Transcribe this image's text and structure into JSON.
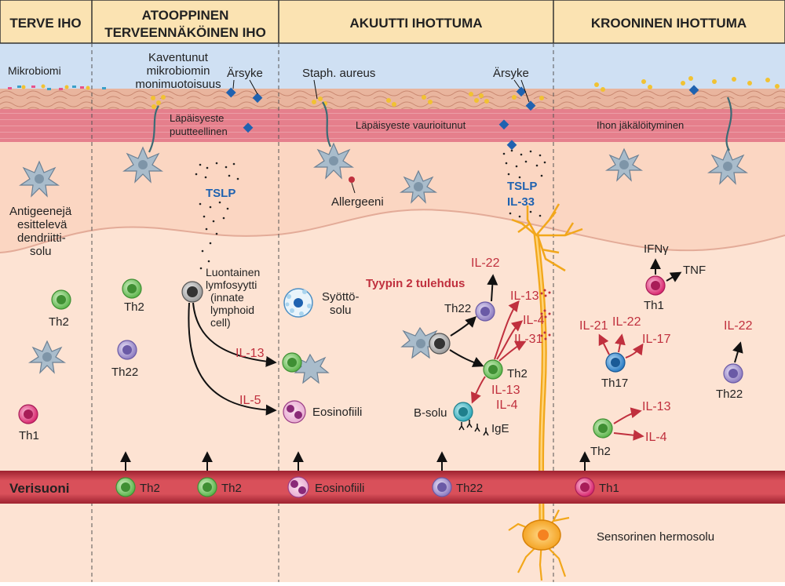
{
  "header": {
    "col1": "TERVE IHO",
    "col2_line1": "ATOOPPINEN",
    "col2_line2": "TERVEENNÄKÖINEN IHO",
    "col3": "AKUUTTI IHOTTUMA",
    "col4": "KROONINEN IHOTTUMA"
  },
  "labels": {
    "mikrobiomi": "Mikrobiomi",
    "kaventunut_1": "Kaventunut",
    "kaventunut_2": "mikrobiomin",
    "kaventunut_3": "monimuotoisuus",
    "arsyke_1": "Ärsyke",
    "arsyke_2": "Ärsyke",
    "staph": "Staph. aureus",
    "lapaisyeste_p1": "Läpäisyeste",
    "lapaisyeste_p2": "puutteellinen",
    "lapaisyeste_vaurio": "Läpäisyeste vaurioitunut",
    "jakaloityminen": "Ihon jäkälöityminen",
    "apc_1": "Antigeenejä",
    "apc_2": "esittelevä",
    "apc_3": "dendriitti-",
    "apc_4": "solu",
    "allergeeni": "Allergeeni",
    "tslp_1": "TSLP",
    "tslp_2": "TSLP",
    "il33": "IL-33",
    "ilc_1": "Luontainen",
    "ilc_2": "lymfosyytti",
    "ilc_3": "(innate",
    "ilc_4": "lymphoid",
    "ilc_5": "cell)",
    "syotto_1": "Syöttö-",
    "syotto_2": "solu",
    "eosinofiili": "Eosinofiili",
    "tyypin2": "Tyypin 2 tulehdus",
    "bsolu": "B-solu",
    "ige": "IgE",
    "verisuoni": "Verisuoni",
    "sensorinen": "Sensorinen hermosolu",
    "th2_a": "Th2",
    "th2_b": "Th2",
    "th22_b": "Th22",
    "th1_a": "Th1",
    "th22_c": "Th22",
    "th2_c": "Th2",
    "th1_d": "Th1",
    "th17": "Th17",
    "th2_d": "Th2",
    "th22_d": "Th22",
    "ifng": "IFNγ",
    "tnf": "TNF"
  },
  "cytokines": {
    "il13_ilc": "IL-13",
    "il5_ilc": "IL-5",
    "il22_c": "IL-22",
    "il13_c": "IL-13",
    "il4_c": "IL-4",
    "il31_c": "IL-31",
    "il13_b": "IL-13",
    "il4_b": "IL-4",
    "il21_d": "IL-21",
    "il22_d": "IL-22",
    "il17_d": "IL-17",
    "il22_d2": "IL-22",
    "il13_d": "IL-13",
    "il4_d": "IL-4"
  },
  "vessel_cells": {
    "c1": "Th2",
    "c2": "Th2",
    "c3": "Eosinofiili",
    "c4": "Th22",
    "c5": "Th1"
  },
  "colors": {
    "header_bg": "#fbe3b2",
    "sky": "#cfe0f3",
    "dermis": "#fde3d3",
    "vessel": "#c8363f",
    "cytokine_red": "#c0303e",
    "blue_text": "#1f62b0",
    "th2_green": "#72c364",
    "th22_purple": "#9b8ac8",
    "th1_pink": "#e0357a",
    "th17_blue": "#2a7cc4",
    "nerve": "#f2a71b"
  }
}
